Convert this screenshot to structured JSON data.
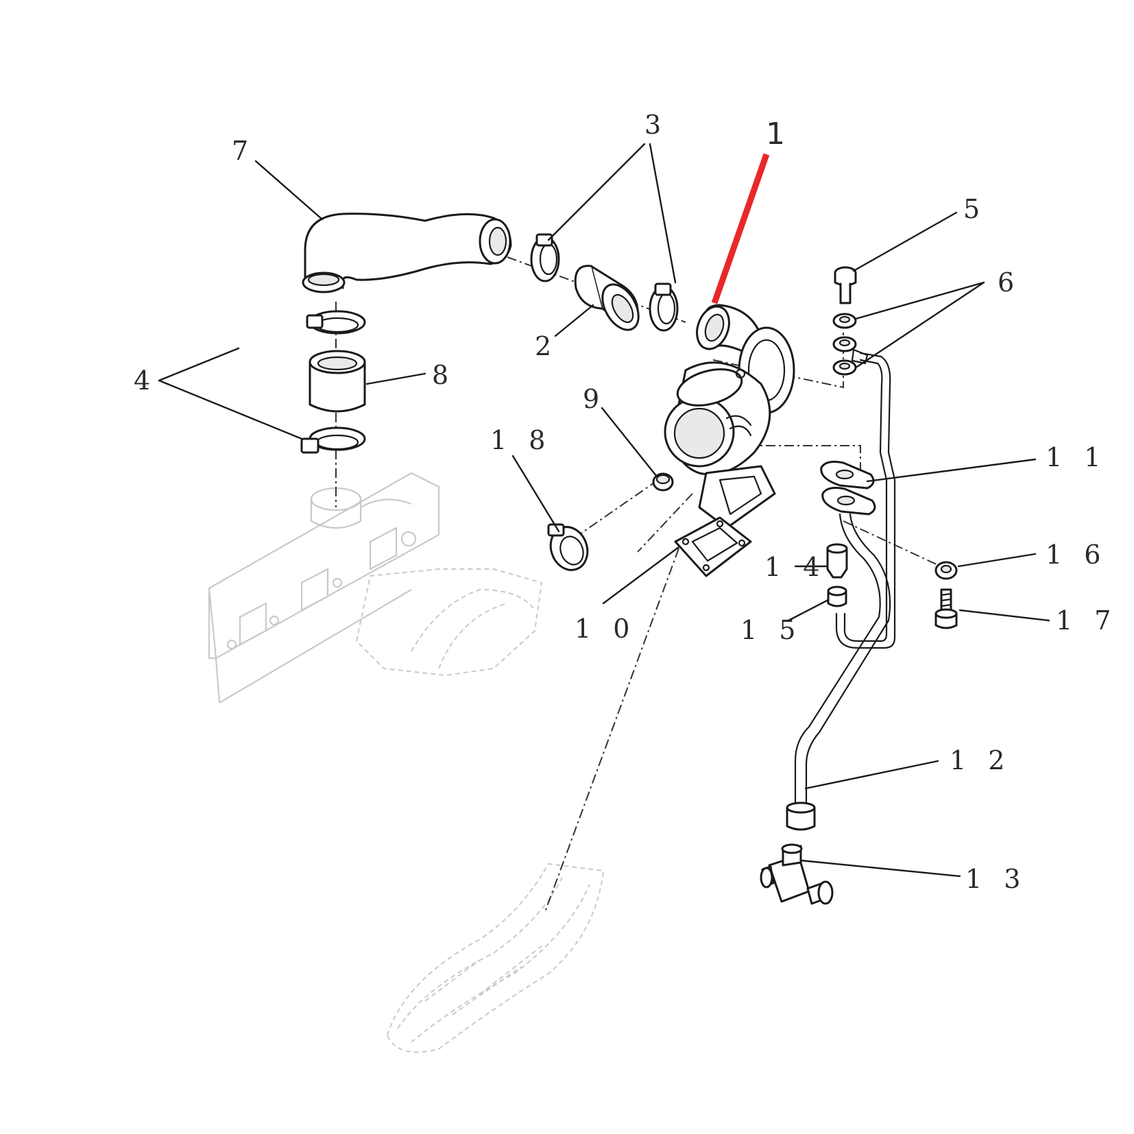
{
  "diagram": {
    "highlight_color": "#e8282b",
    "line_color": "#1a1a1a",
    "ghost_color": "#c9c9c9",
    "callouts": [
      {
        "id": "c1",
        "label": "1",
        "highlight": true
      },
      {
        "id": "c2",
        "label": "2"
      },
      {
        "id": "c3",
        "label": "3"
      },
      {
        "id": "c4",
        "label": "4"
      },
      {
        "id": "c5",
        "label": "5"
      },
      {
        "id": "c6",
        "label": "6"
      },
      {
        "id": "c7",
        "label": "7"
      },
      {
        "id": "c8",
        "label": "8"
      },
      {
        "id": "c9",
        "label": "9"
      },
      {
        "id": "c10",
        "label": "1 0"
      },
      {
        "id": "c11",
        "label": "1 1"
      },
      {
        "id": "c12",
        "label": "1 2"
      },
      {
        "id": "c13",
        "label": "1 3"
      },
      {
        "id": "c14",
        "label": "1 4"
      },
      {
        "id": "c15",
        "label": "1 5"
      },
      {
        "id": "c16",
        "label": "1 6"
      },
      {
        "id": "c17",
        "label": "1 7"
      },
      {
        "id": "c18",
        "label": "1 8"
      }
    ]
  }
}
